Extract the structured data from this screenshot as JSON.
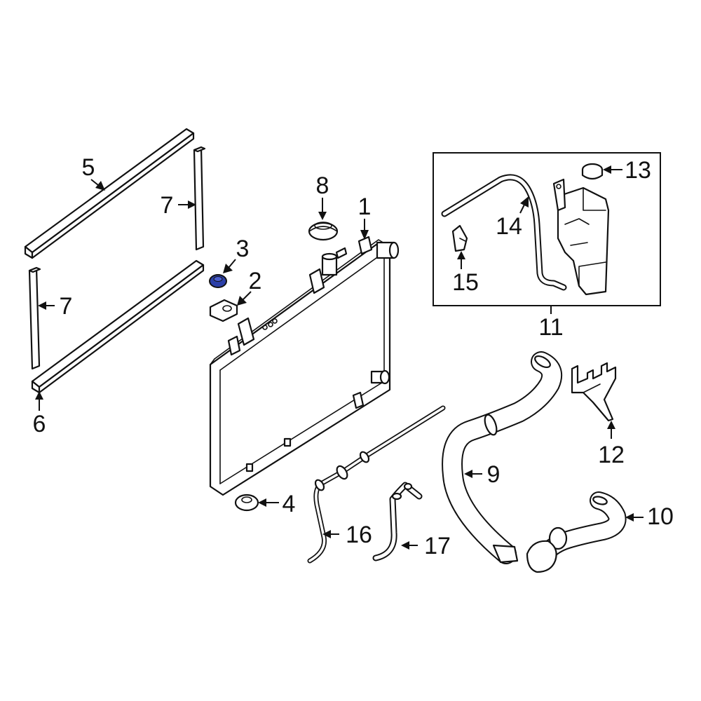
{
  "callouts": {
    "p1": "1",
    "p2": "2",
    "p3": "3",
    "p4": "4",
    "p5": "5",
    "p6": "6",
    "p7a": "7",
    "p7b": "7",
    "p8": "8",
    "p9": "9",
    "p10": "10",
    "p11": "11",
    "p12": "12",
    "p13": "13",
    "p14": "14",
    "p15": "15",
    "p16": "16",
    "p17": "17"
  },
  "colors": {
    "line": "#111111",
    "background": "#ffffff",
    "highlight": "#2b3fa8"
  },
  "highlighted_part": "3"
}
